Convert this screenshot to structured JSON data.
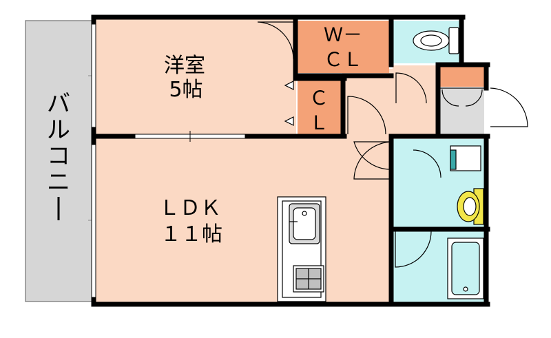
{
  "rooms": {
    "western_room": {
      "name": "洋室",
      "size": "5帖",
      "color": "#fbd9c4"
    },
    "ldk": {
      "name": "ＬＤＫ",
      "size": "１１帖",
      "color": "#fbd9c4"
    },
    "walk_in_closet": {
      "line1": "Ｗ－",
      "line2": "ＣＬ",
      "color": "#f4a277"
    },
    "closet": {
      "line1": "Ｃ",
      "line2": "Ｌ",
      "color": "#f4a277"
    },
    "balcony": {
      "name": "バルコニー",
      "color": "#d6d6d6"
    },
    "bath": {
      "color": "#c6f2f2"
    },
    "washroom": {
      "color": "#c6f2f2"
    },
    "toilet": {
      "color": "#c6f2f2"
    },
    "entrance": {
      "color": "#dcdcdc"
    }
  },
  "colors": {
    "wall": "#000000",
    "fixture_yellow": "#f2e64a",
    "fixture_teal": "#3aa8a8",
    "fixture_grey": "#bfbfbf"
  },
  "icons": [
    "toilet-icon",
    "sink-icon",
    "washbasin-icon",
    "stove-icon",
    "bathtub-icon",
    "washing-machine-icon"
  ]
}
